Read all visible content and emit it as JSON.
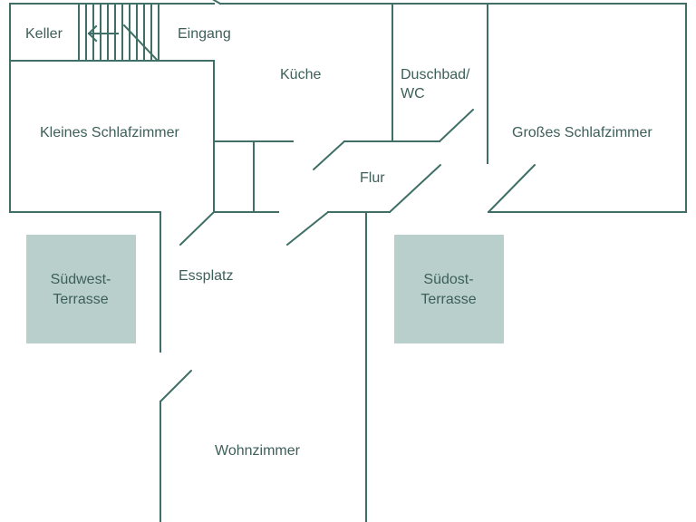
{
  "rooms": {
    "keller": "Keller",
    "eingang": "Eingang",
    "kueche": "Küche",
    "duschbad_line1": "Duschbad/",
    "duschbad_line2": "WC",
    "kleines_schlafzimmer": "Kleines Schlafzimmer",
    "grosses_schlafzimmer": "Großes Schlafzimmer",
    "flur": "Flur",
    "essplatz": "Essplatz",
    "wohnzimmer": "Wohnzimmer"
  },
  "terraces": {
    "suedwest_line1": "Südwest-",
    "suedwest_line2": "Terrasse",
    "suedost_line1": "Südost-",
    "suedost_line2": "Terrasse"
  },
  "colors": {
    "wall": "#3f6f66",
    "terrace_fill": "#b9cfcb",
    "label": "#3d5f59"
  },
  "icons": {
    "stair_arrow": "arrow-left-icon"
  }
}
